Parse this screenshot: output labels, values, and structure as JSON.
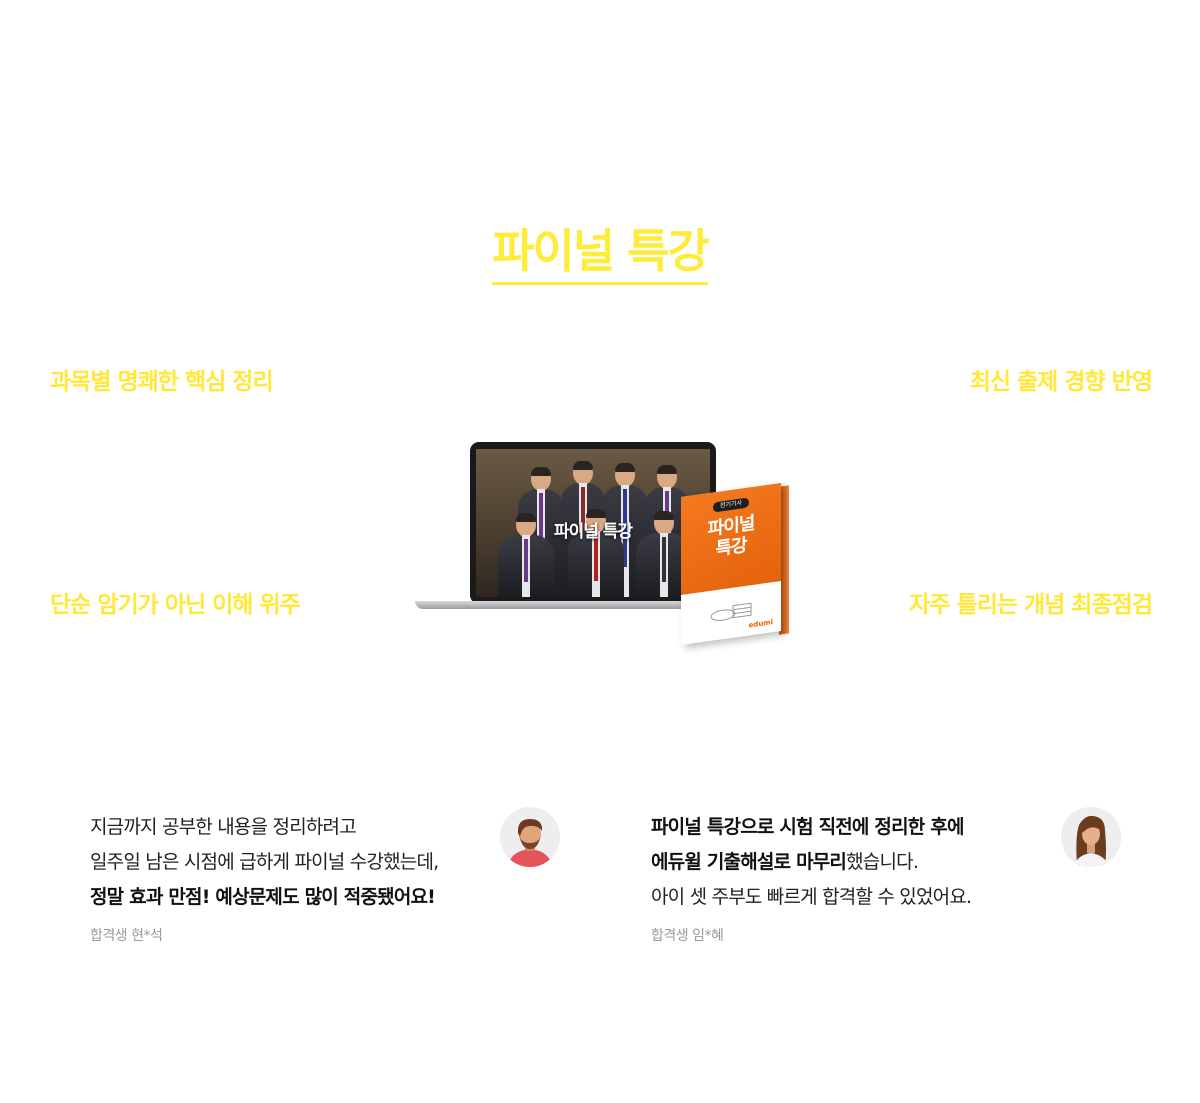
{
  "section_title": "파이널 특강",
  "features": {
    "top_left": "과목별 명쾌한 핵심 정리",
    "top_right": "최신 출제 경향 반영",
    "bottom_left": "단순 암기가 아닌 이해 위주",
    "bottom_right": "자주 틀리는 개념 최종점검"
  },
  "product": {
    "screen_label": "파이널 특강",
    "book_badge": "전기기사",
    "book_title_line1": "파이널",
    "book_title_line2": "특강",
    "book_logo": "edumi"
  },
  "reviews": [
    {
      "line1": "지금까지 공부한 내용을 정리하려고",
      "line2": "일주일 남은 시점에 급하게 파이널 수강했는데,",
      "line3_bold": "정말 효과 만점! 예상문제도 많이 적중됐어요!",
      "author": "합격생 현*석",
      "avatar_icon": "male-avatar-icon"
    },
    {
      "line1_bold": "파이널 특강으로 시험 직전에 정리한 후에",
      "line2_bold": "에듀윌 기출해설로 마무리",
      "line2_rest": "했습니다.",
      "line3": "아이 셋 주부도 빠르게 합격할 수 있었어요.",
      "author": "합격생 임*혜",
      "avatar_icon": "female-avatar-icon"
    }
  ],
  "colors": {
    "accent_yellow": "#ffeb3b",
    "book_orange": "#f47a1e"
  }
}
